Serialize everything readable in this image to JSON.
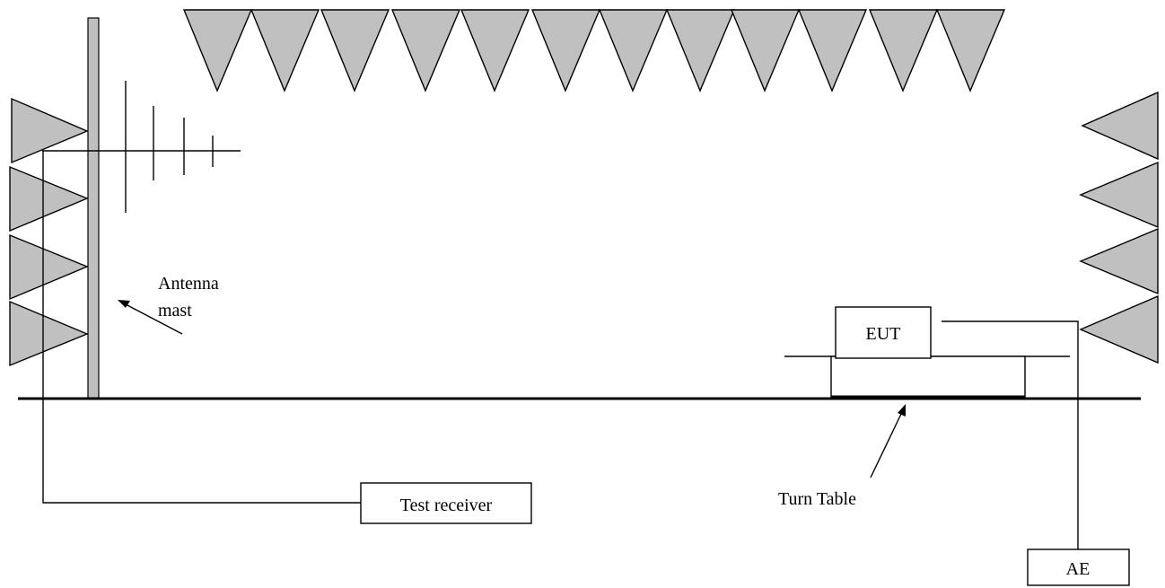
{
  "labels": {
    "antenna_mast_line1": "Antenna",
    "antenna_mast_line2": "mast",
    "eut": "EUT",
    "turn_table": "Turn Table",
    "test_receiver": "Test receiver",
    "ae": "AE"
  },
  "colors": {
    "absorber_fill": "#c0c0c0",
    "line": "#000000",
    "background": "#ffffff"
  }
}
